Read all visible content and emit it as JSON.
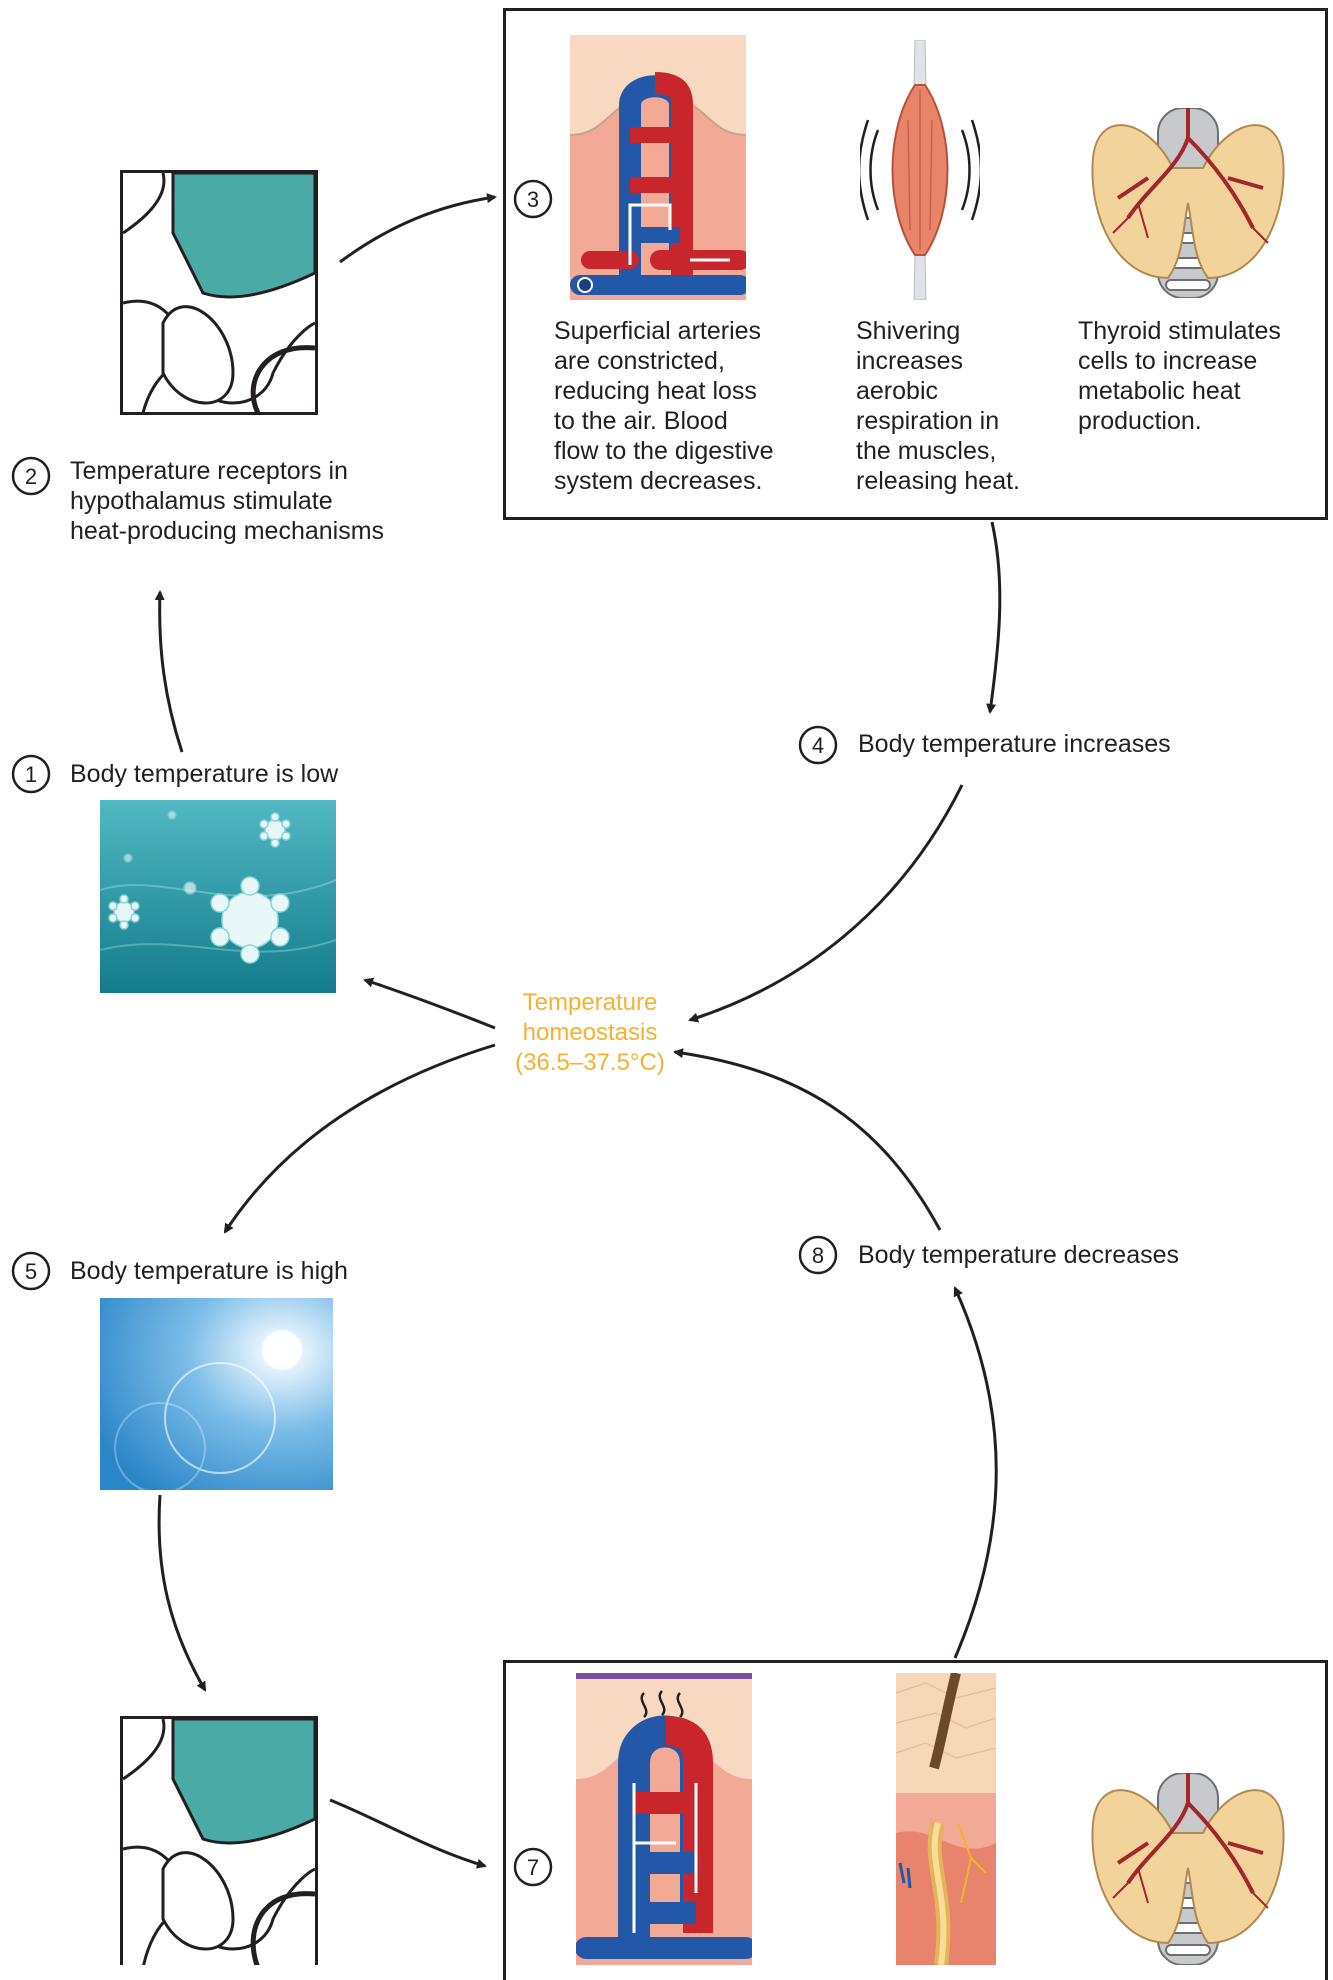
{
  "center": {
    "line1": "Temperature",
    "line2": "homeostasis",
    "line3": "(36.5–37.5°C)"
  },
  "steps": [
    {
      "num": "1",
      "label": "Body temperature is low"
    },
    {
      "num": "2",
      "lines": [
        "Temperature receptors in",
        "hypothalamus stimulate",
        "heat-producing mechanisms"
      ]
    },
    {
      "num": "3"
    },
    {
      "num": "4",
      "label": "Body temperature increases"
    },
    {
      "num": "5",
      "label": "Body temperature is high"
    },
    {
      "num": "7"
    },
    {
      "num": "8",
      "label": "Body temperature decreases"
    }
  ],
  "step3_mechanisms": [
    {
      "lines": [
        "Superficial arteries",
        "are constricted,",
        "reducing heat loss",
        "to the air. Blood",
        "flow to the digestive",
        "system decreases."
      ]
    },
    {
      "lines": [
        "Shivering",
        "increases",
        "aerobic",
        "respiration in",
        "the muscles,",
        "releasing heat."
      ]
    },
    {
      "lines": [
        "Thyroid stimulates",
        "cells to increase",
        "metabolic heat",
        "production."
      ]
    }
  ],
  "colors": {
    "center_text": "#f5b133",
    "hypothalamus": "#4aaaa6",
    "artery": "#c8262c",
    "vein": "#2358a8",
    "skin": "#f4c6a8",
    "thyroid": "#f2d39c",
    "muscle": "#e8846a",
    "cold_bg": "#1f8a99",
    "hot_bg": "#4a9fd8"
  },
  "icons": [
    "hypothalamus-icon",
    "blood-vessel-icon",
    "shivering-muscle-icon",
    "thyroid-icon",
    "snowflake-icon",
    "sun-icon",
    "sweat-gland-icon"
  ]
}
